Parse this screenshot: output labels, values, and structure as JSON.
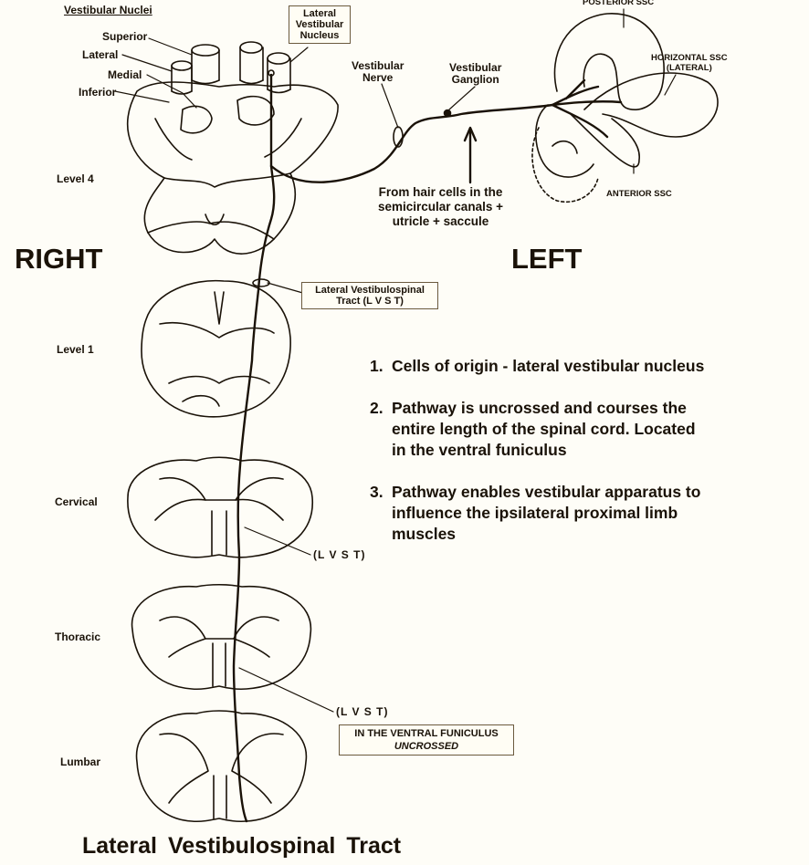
{
  "labels": {
    "vestibular_nuclei": "Vestibular  Nuclei",
    "superior": "Superior",
    "lateral": "Lateral",
    "medial": "Medial",
    "inferior": "Inferior",
    "lateral_vestibular_nucleus": [
      "Lateral",
      "Vestibular",
      "Nucleus"
    ],
    "vestibular_nerve": [
      "Vestibular",
      "Nerve"
    ],
    "vestibular_ganglion": [
      "Vestibular",
      "Ganglion"
    ],
    "posterior_ssc": "POSTERIOR SSC",
    "horizontal_ssc": [
      "HORIZONTAL SSC",
      "(LATERAL)"
    ],
    "anterior_ssc": "ANTERIOR SSC",
    "from_hair_cells": [
      "From hair cells in the",
      "semicircular canals +",
      "utricle + saccule"
    ],
    "right": "RIGHT",
    "left": "LEFT",
    "lvst_box": [
      "Lateral  Vestibulospinal",
      "Tract  (L V S T)"
    ],
    "level4": "Level  4",
    "level1": "Level  1",
    "cervical": "Cervical",
    "thoracic": "Thoracic",
    "lumbar": "Lumbar",
    "lvst_short_1": "(L V S T)",
    "lvst_short_2": "(L V S T)",
    "ventral_box": [
      "IN THE VENTRAL FUNICULUS",
      "UNCROSSED"
    ]
  },
  "points": [
    {
      "num": "1.",
      "lines": [
        "Cells of origin - lateral vestibular nucleus"
      ]
    },
    {
      "num": "2.",
      "lines": [
        "Pathway is uncrossed and courses the",
        "entire length of the spinal cord.  Located",
        "in the ventral funiculus"
      ]
    },
    {
      "num": "3.",
      "lines": [
        "Pathway enables vestibular apparatus to",
        "influence the ipsilateral proximal limb",
        "muscles"
      ]
    }
  ],
  "title": [
    "Lateral",
    "Vestibulospinal",
    "Tract"
  ],
  "colors": {
    "ink": "#1a1208",
    "paper": "#fefdf7",
    "box_border": "#6b5a3e"
  }
}
